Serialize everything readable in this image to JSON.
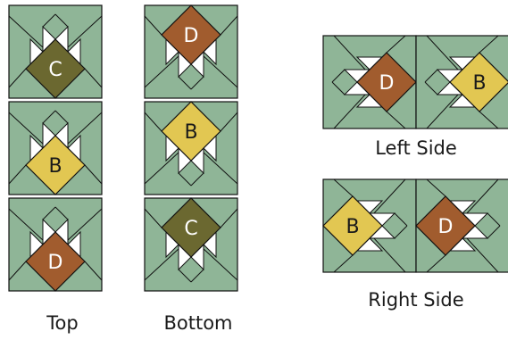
{
  "colors": {
    "green": "#8fb597",
    "olive": "#6b6830",
    "yellow": "#e2c752",
    "rust": "#a15c2e",
    "white": "#ffffff",
    "outline": "#111111"
  },
  "panels": [
    {
      "id": "top",
      "caption": "Top",
      "blocks": [
        {
          "letter": "C",
          "fill": "olive",
          "teeth": "up"
        },
        {
          "letter": "B",
          "fill": "yellow",
          "teeth": "up"
        },
        {
          "letter": "D",
          "fill": "rust",
          "teeth": "up"
        }
      ]
    },
    {
      "id": "bottom",
      "caption": "Bottom",
      "blocks": [
        {
          "letter": "D",
          "fill": "rust",
          "teeth": "down"
        },
        {
          "letter": "B",
          "fill": "yellow",
          "teeth": "down"
        },
        {
          "letter": "C",
          "fill": "olive",
          "teeth": "down"
        }
      ]
    },
    {
      "id": "left-side",
      "caption": "Left Side",
      "blocks": [
        {
          "letter": "D",
          "fill": "rust",
          "teeth": "left"
        },
        {
          "letter": "B",
          "fill": "yellow",
          "teeth": "left"
        }
      ]
    },
    {
      "id": "right-side",
      "caption": "Right Side",
      "blocks": [
        {
          "letter": "B",
          "fill": "yellow",
          "teeth": "right"
        },
        {
          "letter": "D",
          "fill": "rust",
          "teeth": "right"
        }
      ]
    }
  ]
}
